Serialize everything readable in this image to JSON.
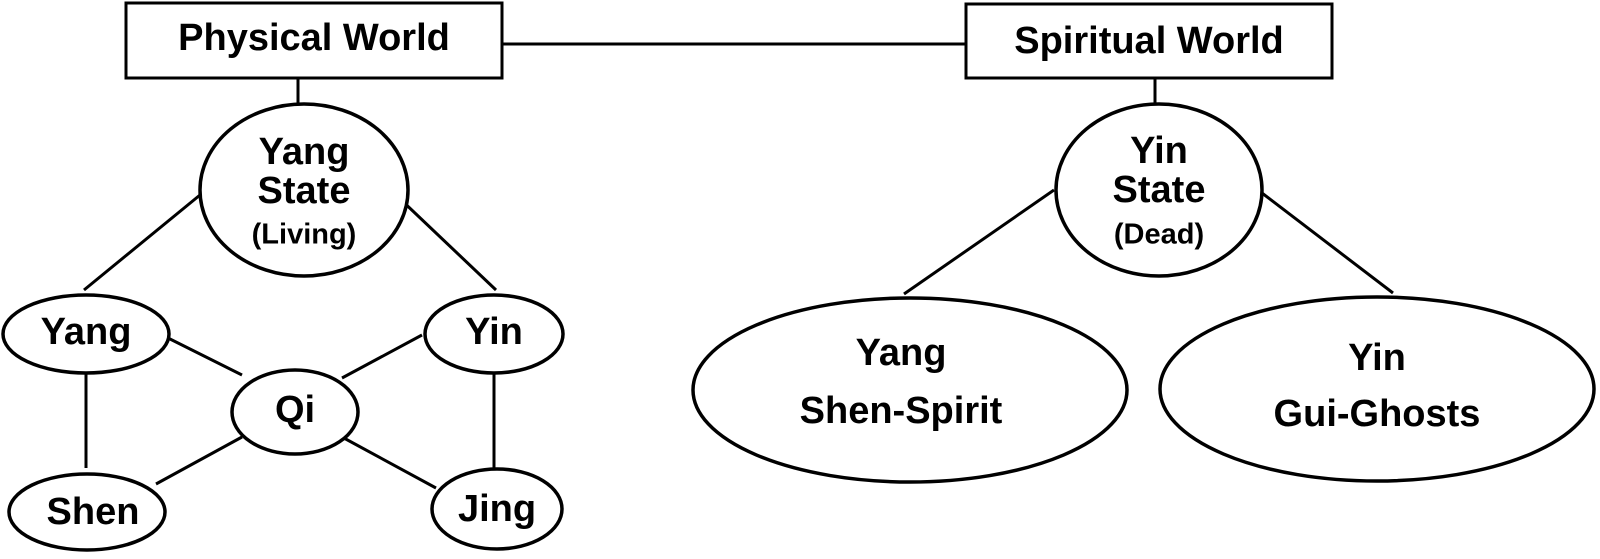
{
  "physical_world": {
    "label": "Physical World",
    "state": {
      "line1": "Yang",
      "line2": "State",
      "line3": "(Living)"
    },
    "nodes": {
      "yang": "Yang",
      "yin": "Yin",
      "qi": "Qi",
      "shen": "Shen",
      "jing": "Jing"
    }
  },
  "spiritual_world": {
    "label": "Spiritual World",
    "state": {
      "line1": "Yin",
      "line2": "State",
      "line3": "(Dead)"
    },
    "yang_node": {
      "line1": "Yang",
      "line2": "Shen-Spirit"
    },
    "yin_node": {
      "line1": "Yin",
      "line2": "Gui-Ghosts"
    }
  }
}
